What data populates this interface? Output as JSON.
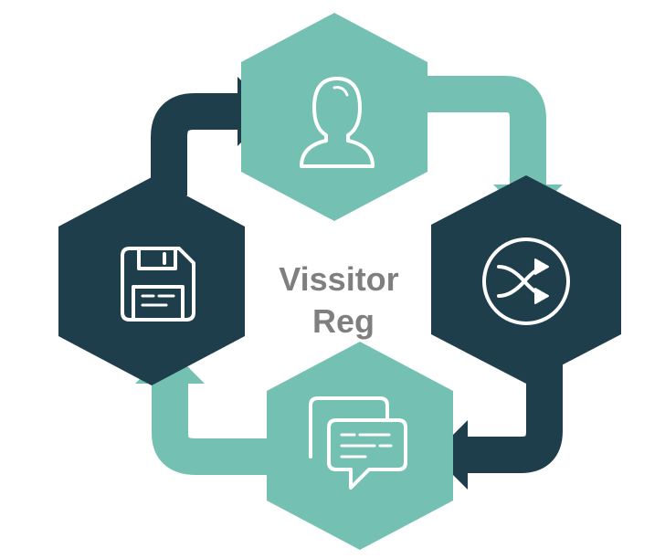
{
  "diagram": {
    "center_label_lines": [
      "Vissitor",
      "Reg"
    ],
    "colors": {
      "teal": "#74c0b2",
      "navy": "#1f3e4c",
      "white": "#ffffff",
      "label": "#7f7f7f"
    },
    "nodes": [
      {
        "id": "top",
        "icon": "user-icon",
        "color": "teal"
      },
      {
        "id": "right",
        "icon": "shuffle-play-icon",
        "color": "navy"
      },
      {
        "id": "bottom",
        "icon": "chat-messages-icon",
        "color": "teal"
      },
      {
        "id": "left",
        "icon": "floppy-disk-icon",
        "color": "navy"
      }
    ]
  }
}
